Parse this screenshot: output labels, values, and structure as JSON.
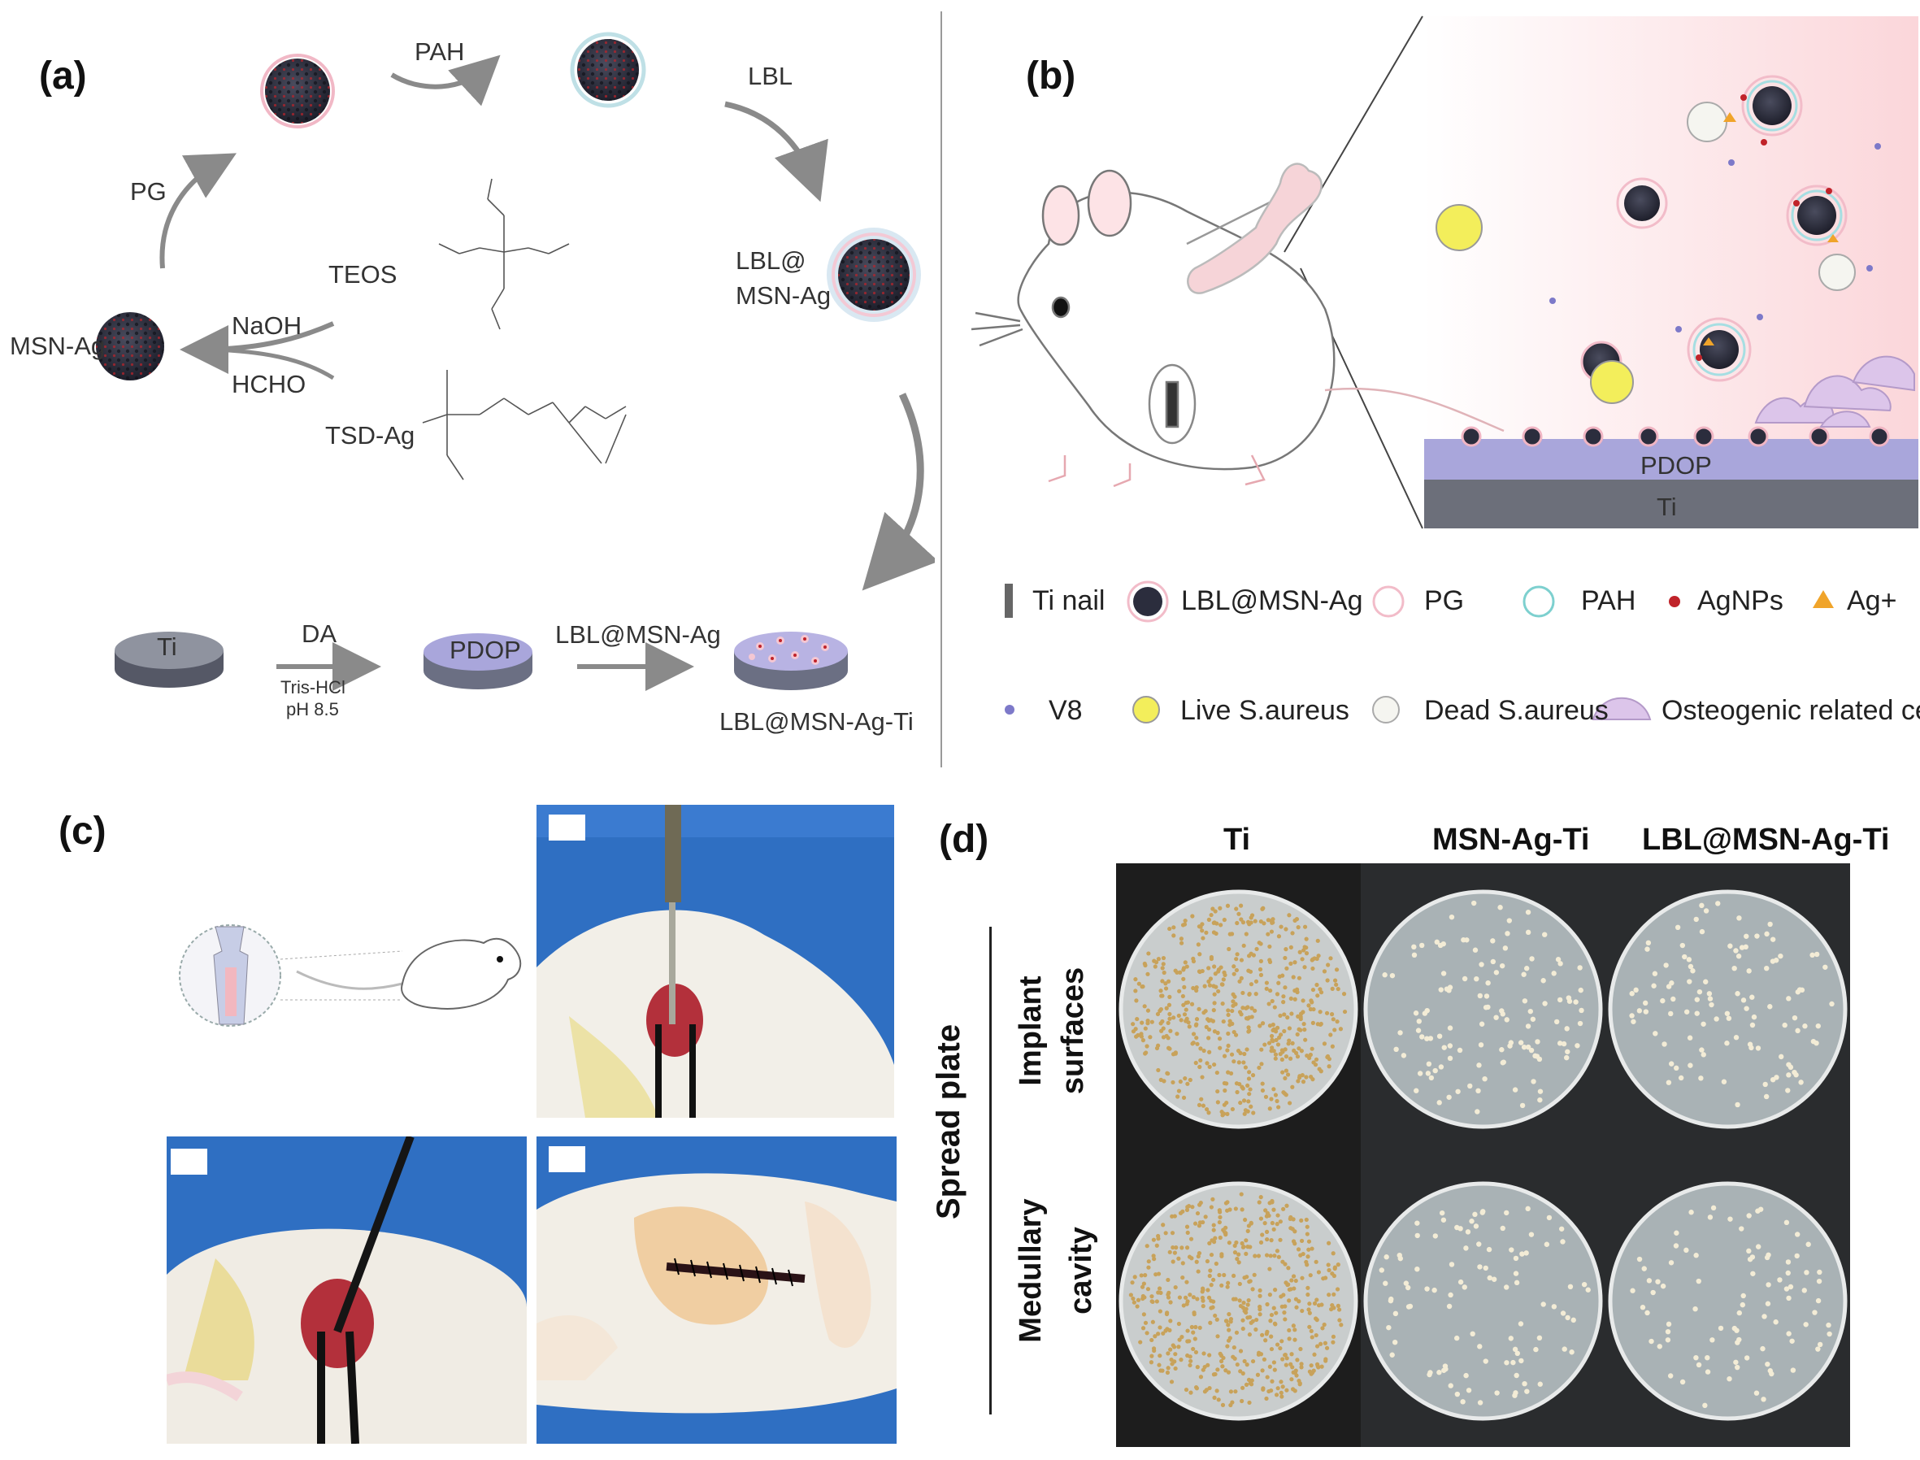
{
  "panels": {
    "a": {
      "label": "(a)",
      "steps": {
        "pg": "PG",
        "pah": "PAH",
        "lbl": "LBL",
        "teos": "TEOS",
        "naoh": "NaOH",
        "hcho": "HCHO",
        "tsd_ag": "TSD-Ag",
        "msn_ag": "MSN-Ag",
        "lbl_msn_ag_line1": "LBL@",
        "lbl_msn_ag_line2": "MSN-Ag"
      },
      "bottom": {
        "ti": "Ti",
        "da": "DA",
        "tris": "Tris-HCl",
        "ph": "pH 8.5",
        "pdop": "PDOP",
        "lbl_msn_ag": "LBL@MSN-Ag",
        "result": "LBL@MSN-Ag-Ti"
      }
    },
    "b": {
      "label": "(b)",
      "layers": {
        "pdop": "PDOP",
        "ti": "Ti"
      },
      "legend": [
        {
          "text": "Ti nail",
          "icon": "ti-nail-icon"
        },
        {
          "text": "LBL@MSN-Ag",
          "icon": "lbl-msn-ag-icon"
        },
        {
          "text": "PG",
          "icon": "pg-ring-icon"
        },
        {
          "text": "PAH",
          "icon": "pah-ring-icon"
        },
        {
          "text": "AgNPs",
          "icon": "agnps-dot-icon"
        },
        {
          "text": "Ag+",
          "icon": "ag-ion-triangle-icon"
        },
        {
          "text": "V8",
          "icon": "v8-dot-icon"
        },
        {
          "text": "Live S.aureus",
          "icon": "live-bacteria-icon"
        },
        {
          "text": "Dead S.aureus",
          "icon": "dead-bacteria-icon"
        },
        {
          "text": "Osteogenic related cells",
          "icon": "osteogenic-cell-icon"
        }
      ]
    },
    "c": {
      "label": "(c)"
    },
    "d": {
      "label": "(d)",
      "columns": [
        "Ti",
        "MSN-Ag-Ti",
        "LBL@MSN-Ag-Ti"
      ],
      "rows": [
        {
          "line1": "Implant",
          "line2": "surfaces"
        },
        {
          "line1": "Medullary",
          "line2": "cavity"
        }
      ],
      "side_label": "Spread plate"
    }
  },
  "colors": {
    "particle": "#2b2d3d",
    "silver": "#d4252b",
    "pdop": "#a9a6db",
    "ti": "#6c6f7a",
    "arrow": "#8a8a8a",
    "bg_pink": "#fde4e6",
    "photo_blue": "#2f6fc2"
  }
}
